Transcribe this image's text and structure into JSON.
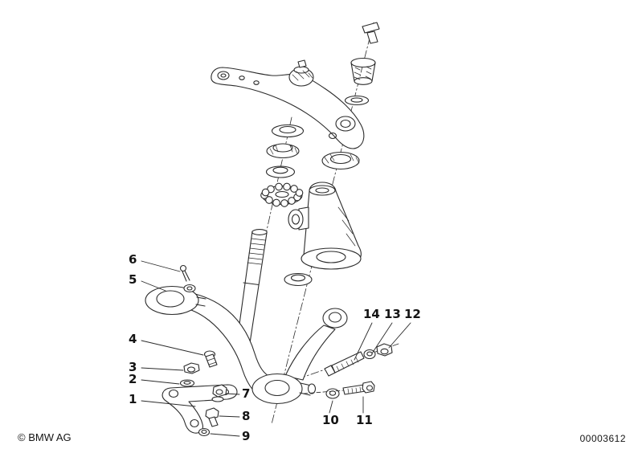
{
  "page": {
    "background_color": "#ffffff",
    "drawing_line_color": "#2b2b2b"
  },
  "footer": {
    "copyright": "© BMW AG",
    "document_number": "00003612"
  },
  "diagram": {
    "callouts": [
      {
        "label": "1"
      },
      {
        "label": "2"
      },
      {
        "label": "3"
      },
      {
        "label": "4"
      },
      {
        "label": "5"
      },
      {
        "label": "6"
      },
      {
        "label": "7"
      },
      {
        "label": "8"
      },
      {
        "label": "9"
      },
      {
        "label": "10"
      },
      {
        "label": "11"
      },
      {
        "label": "12"
      },
      {
        "label": "13"
      },
      {
        "label": "14"
      }
    ]
  }
}
